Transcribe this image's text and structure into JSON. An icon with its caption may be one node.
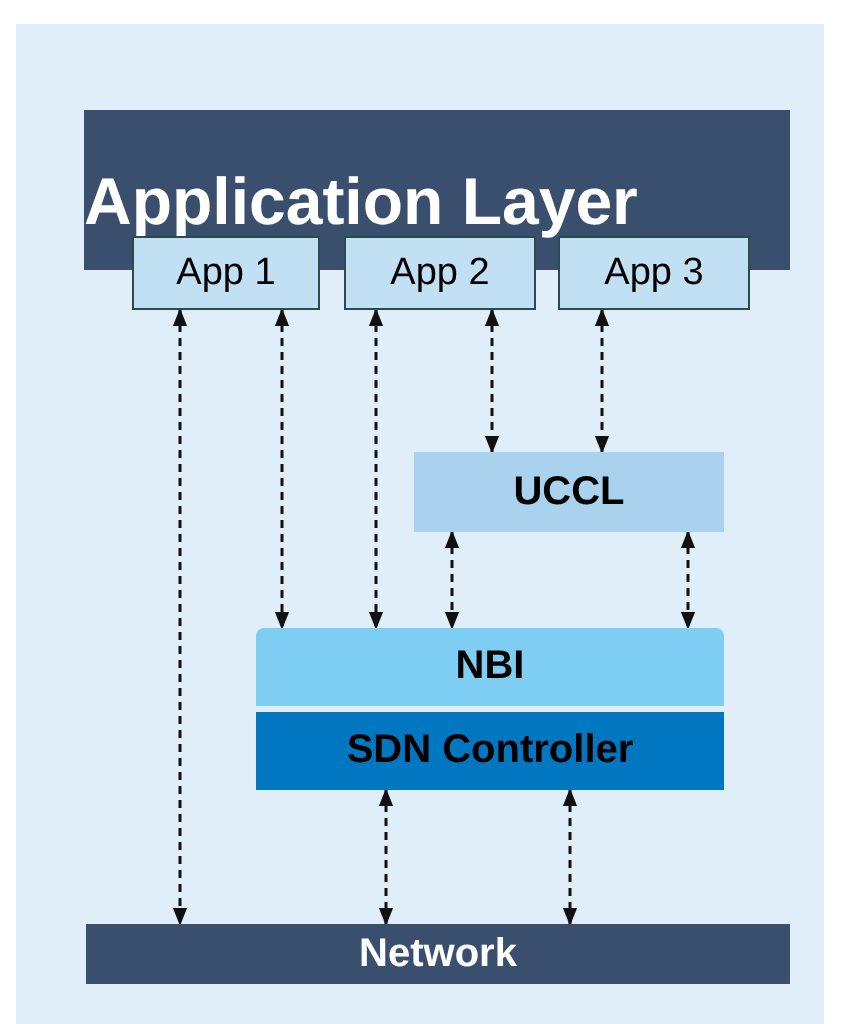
{
  "diagram": {
    "nodes": [
      {
        "text": [
          "Application Layer"
        ]
      },
      {
        "text": [
          "App 1"
        ]
      },
      {
        "text": [
          "App 2"
        ]
      },
      {
        "text": [
          "App 3"
        ]
      },
      {
        "text": [
          "UCCL"
        ]
      },
      {
        "text": [
          "NBI"
        ]
      },
      {
        "text": [
          "SDN Controller"
        ]
      },
      {
        "text": [
          "Network"
        ]
      }
    ],
    "edges": [
      {
        "from": 1,
        "to": 7,
        "arrow": "both",
        "style": "dashed"
      },
      {
        "from": 1,
        "to": 5,
        "arrow": "both",
        "style": "dashed"
      },
      {
        "from": 2,
        "to": 5,
        "arrow": "both",
        "style": "dashed"
      },
      {
        "from": 2,
        "to": 4,
        "arrow": "both",
        "style": "dashed"
      },
      {
        "from": 3,
        "to": 4,
        "arrow": "both",
        "style": "dashed"
      },
      {
        "from": 4,
        "to": 5,
        "arrow": "both",
        "style": "dashed"
      },
      {
        "from": 4,
        "to": 5,
        "arrow": "both",
        "style": "dashed"
      },
      {
        "from": 6,
        "to": 7,
        "arrow": "both",
        "style": "dashed"
      },
      {
        "from": 6,
        "to": 7,
        "arrow": "both",
        "style": "dashed"
      }
    ]
  }
}
